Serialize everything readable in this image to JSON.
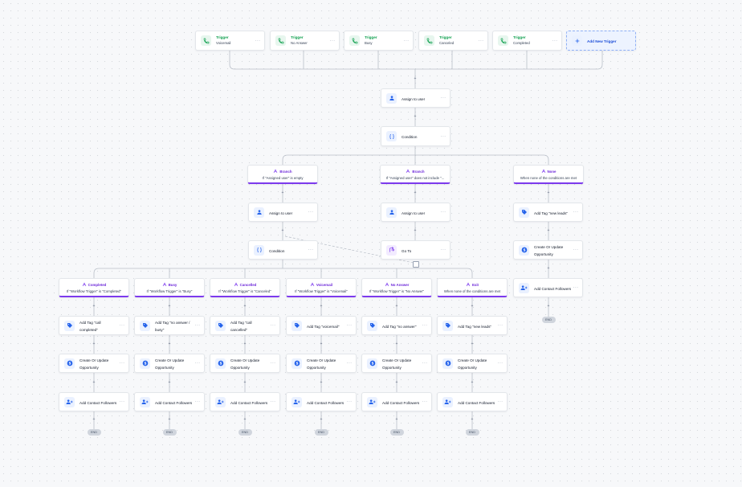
{
  "triggers": [
    {
      "label": "Trigger",
      "value": "Voicemail"
    },
    {
      "label": "Trigger",
      "value": "No Answer"
    },
    {
      "label": "Trigger",
      "value": "Busy"
    },
    {
      "label": "Trigger",
      "value": "Canceled"
    },
    {
      "label": "Trigger",
      "value": "Completed"
    }
  ],
  "add_trigger_label": "Add New Trigger",
  "more_glyph": "···",
  "end_label": "END",
  "plus_glyph": "+",
  "main_steps": {
    "assign": "Assign to user",
    "condition": "Condition"
  },
  "top_branches": [
    {
      "name": "Branch",
      "condition": "If \"Assigned user\" is empty"
    },
    {
      "name": "Branch",
      "condition": "If \"Assigned user\" does not include \"..."
    },
    {
      "name": "None",
      "condition": "When none of the conditions are met"
    }
  ],
  "col1": {
    "assign": "Assign to user",
    "condition": "Condition"
  },
  "col2": {
    "assign": "Assign to user",
    "goto": "Go To"
  },
  "col3": {
    "tag": "Add Tag \"new leads\"",
    "opportunity": "Create Or Update Opportunity",
    "followers": "Add Contact Followers"
  },
  "sub_branches": [
    {
      "name": "Completed",
      "condition": "If \"Workflow Trigger\" is \"Completed\"",
      "tag": "Add Tag \"call completed\"",
      "opportunity": "Create Or Update Opportunity",
      "followers": "Add Contact Followers"
    },
    {
      "name": "Busy",
      "condition": "If \"Workflow Trigger\" is \"Busy\"",
      "tag": "Add Tag \"no answer / busy\"",
      "opportunity": "Create Or Update Opportunity",
      "followers": "Add Contact Followers"
    },
    {
      "name": "Cancelled",
      "condition": "If \"Workflow Trigger\" is \"Canceled\"",
      "tag": "Add Tag \"call cancelled\"",
      "opportunity": "Create Or Update Opportunity",
      "followers": "Add Contact Followers"
    },
    {
      "name": "Voicemail",
      "condition": "If \"Workflow Trigger\" is \"Voicemail\"",
      "tag": "Add Tag \"voicemail\"",
      "opportunity": "Create Or Update Opportunity",
      "followers": "Add Contact Followers"
    },
    {
      "name": "No Answer",
      "condition": "If \"Workflow Trigger\" is \"No Answer\"",
      "tag": "Add Tag \"no answer\"",
      "opportunity": "Create Or Update Opportunity",
      "followers": "Add Contact Followers"
    },
    {
      "name": "Exit",
      "condition": "When none of the conditions are met",
      "tag": "Add Tag \"new leads\"",
      "opportunity": "Create Or Update Opportunity",
      "followers": "Add Contact Followers"
    }
  ],
  "colors": {
    "accent": "#2563eb",
    "branch": "#7c3aed",
    "trigger": "#12a150"
  }
}
